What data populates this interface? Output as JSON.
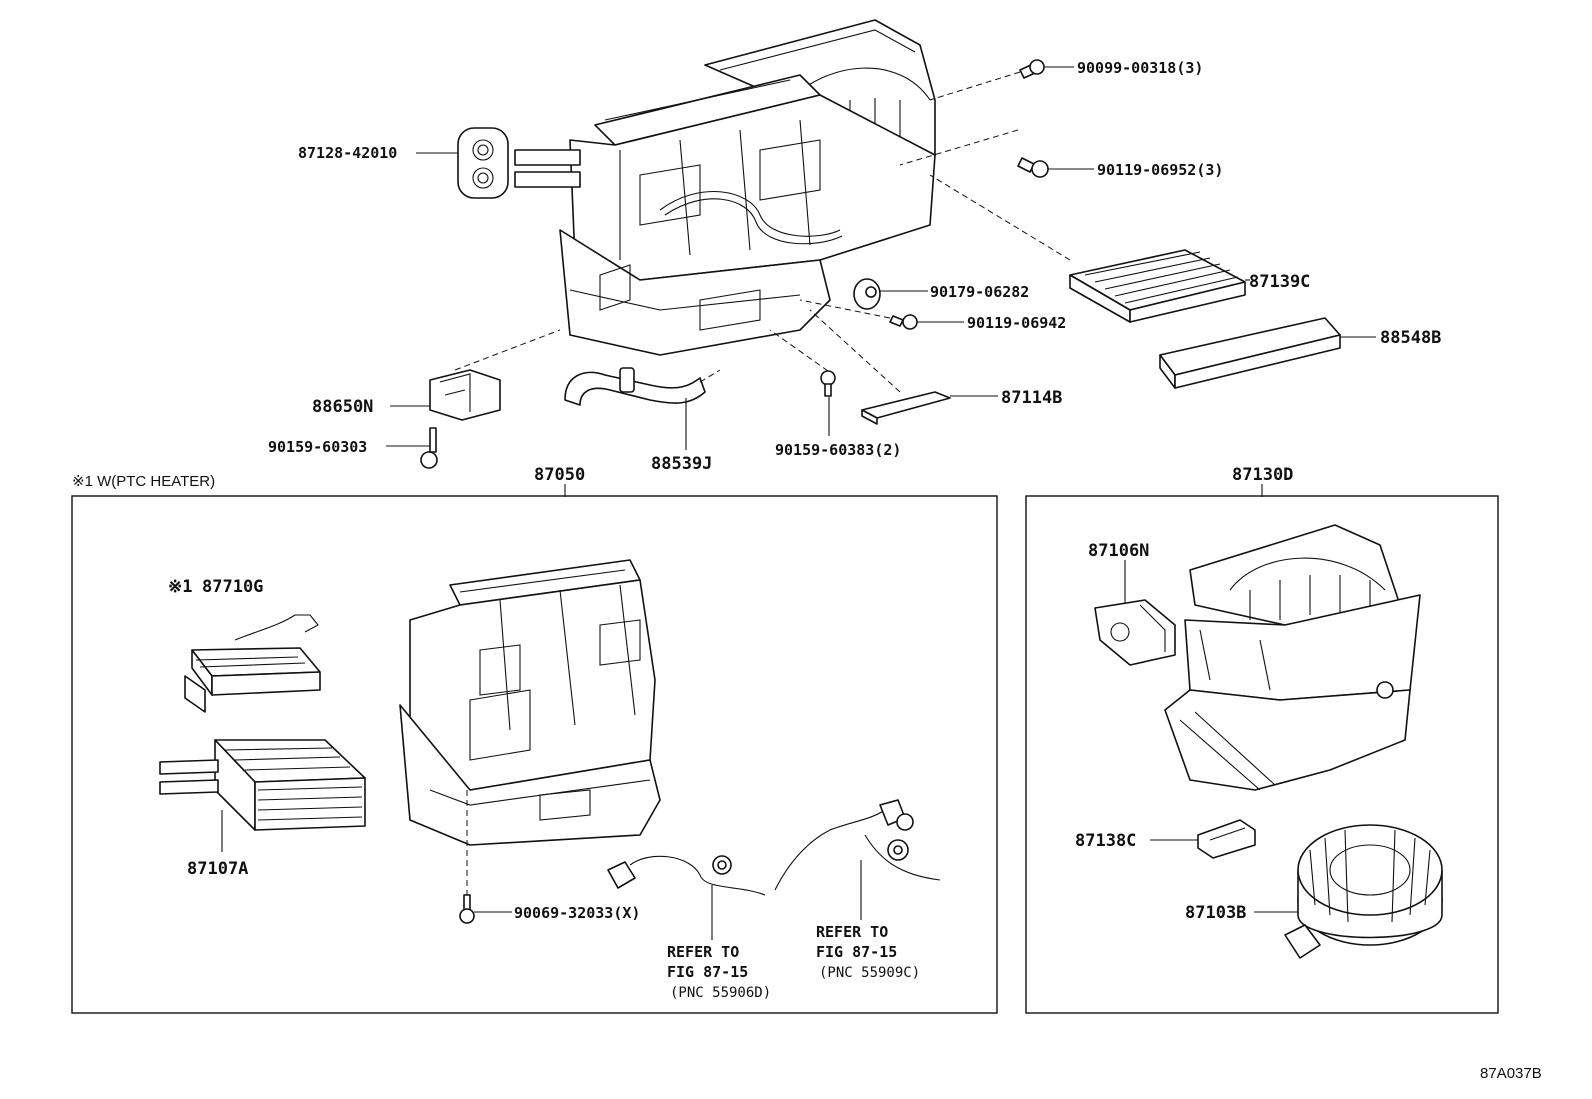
{
  "diagram": {
    "figure_code": "87A037B",
    "groups": {
      "ptc_note": "※1 W(PTC HEATER)",
      "heater_unit_assy": "87050",
      "blower_assy": "87130D"
    },
    "parts": {
      "p87128": "87128-42010",
      "p90099": "90099-00318(3)",
      "p90119a": "90119-06952(3)",
      "p87139": "87139C",
      "p90179": "90179-06282",
      "p90119b": "90119-06942",
      "p88548": "88548B",
      "p88650": "88650N",
      "p90159a": "90159-60303",
      "p88539": "88539J",
      "p90159b": "90159-60383(2)",
      "p87114": "87114B",
      "p87710_mark": "※1",
      "p87710": "87710G",
      "p87107": "87107A",
      "p90069": "90069-32033(X)",
      "p87106": "87106N",
      "p87138": "87138C",
      "p87103": "87103B"
    },
    "refers": [
      {
        "line1": "REFER TO",
        "line2": "FIG 87-15",
        "line3": "(PNC 55906D)"
      },
      {
        "line1": "REFER TO",
        "line2": "FIG 87-15",
        "line3": "(PNC 55909C)"
      }
    ]
  }
}
